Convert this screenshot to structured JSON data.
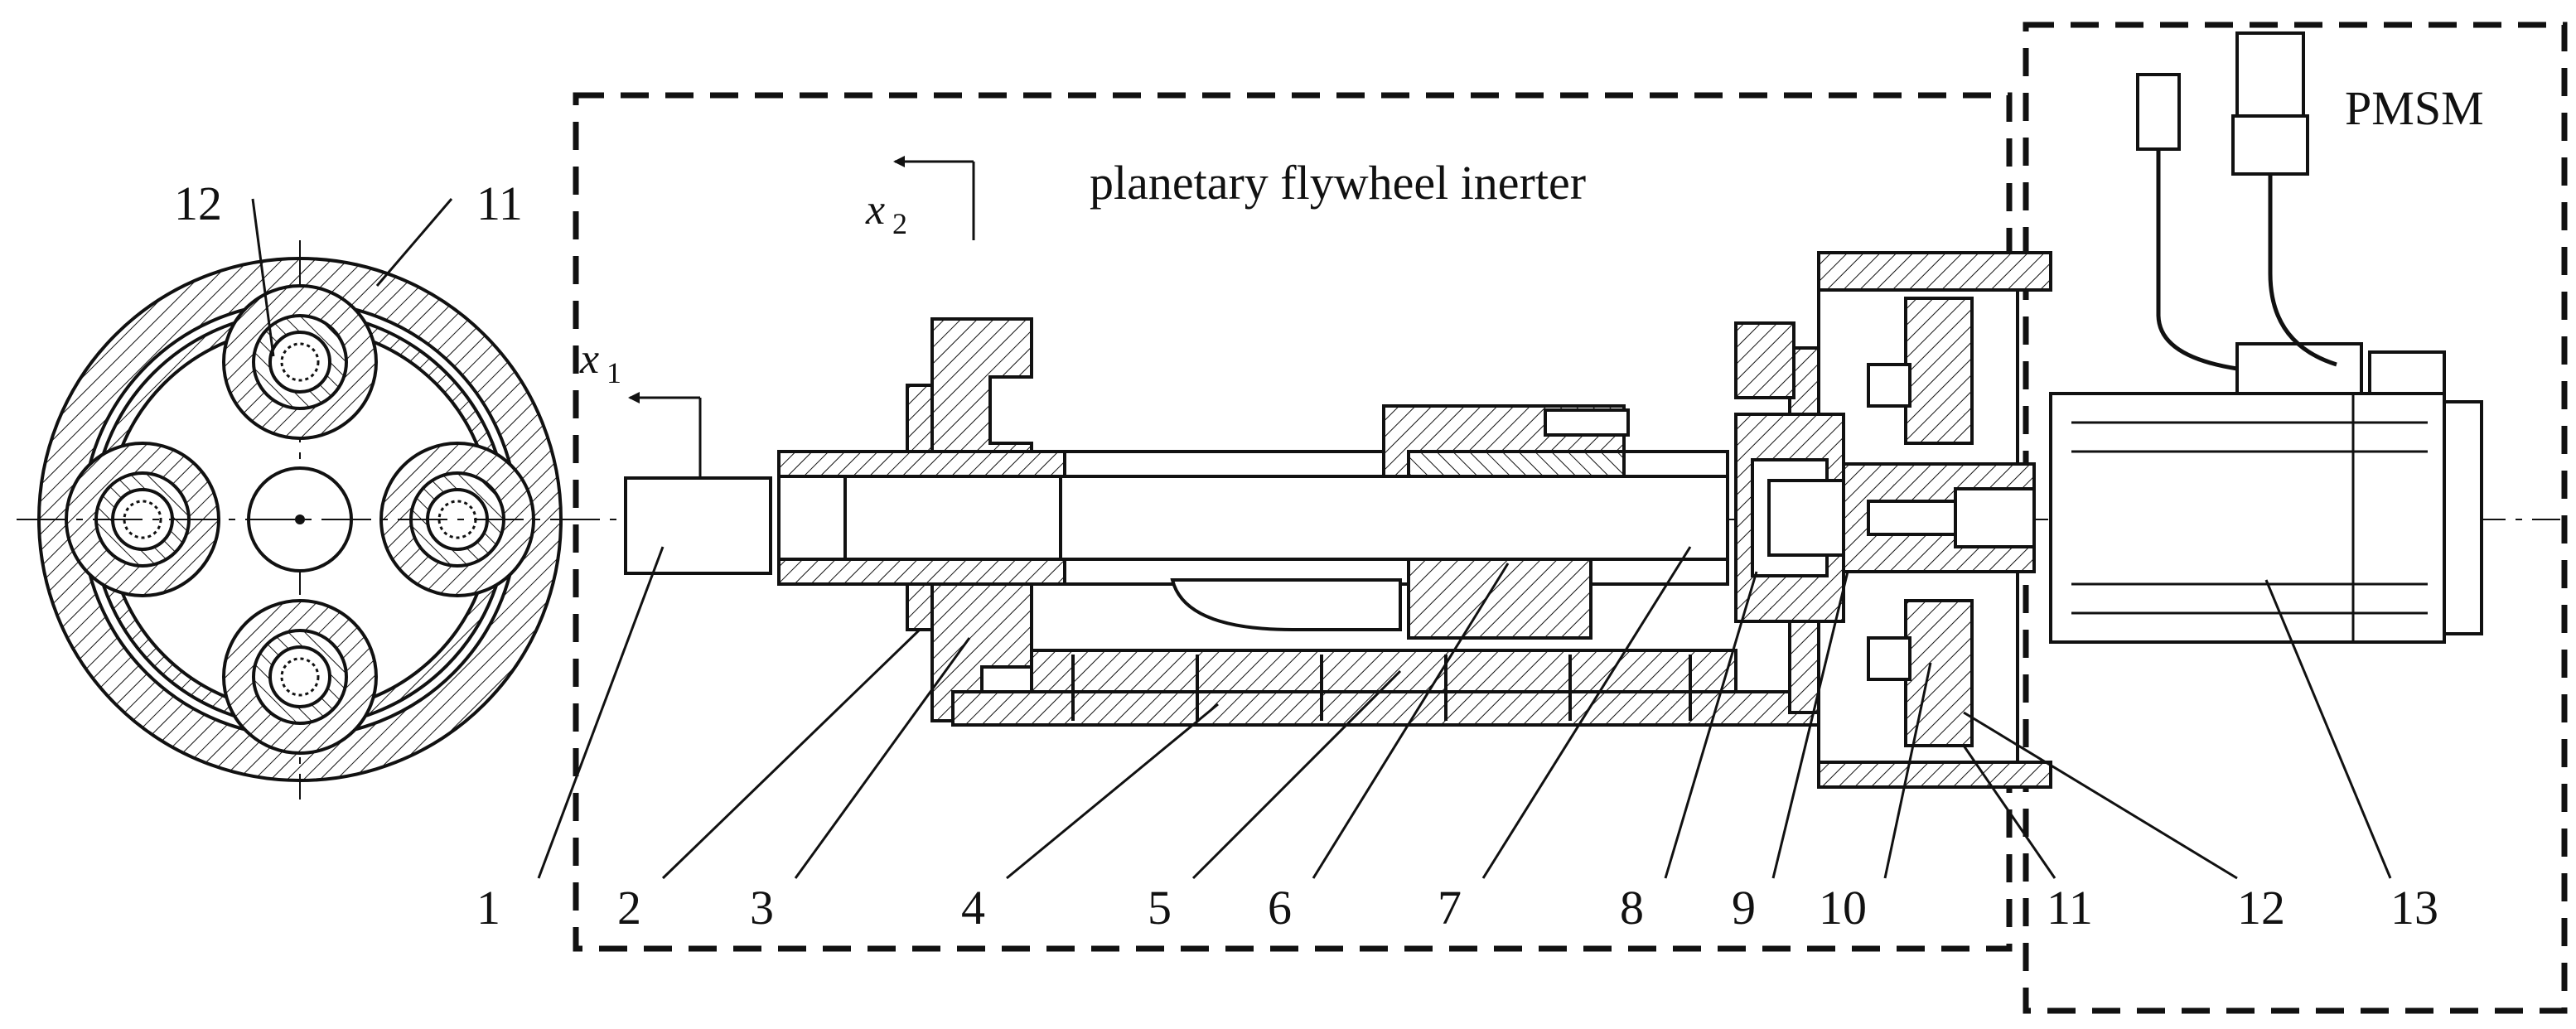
{
  "labels": {
    "inerter_box_title": "planetary flywheel inerter",
    "motor_box_title": "PMSM",
    "x1_symbol": "x",
    "x1_subscript": "1",
    "x2_symbol": "x",
    "x2_subscript": "2",
    "end_view_12": "12",
    "end_view_11": "11"
  },
  "callouts": [
    "1",
    "2",
    "3",
    "4",
    "5",
    "6",
    "7",
    "8",
    "9",
    "10",
    "11",
    "12",
    "13"
  ]
}
